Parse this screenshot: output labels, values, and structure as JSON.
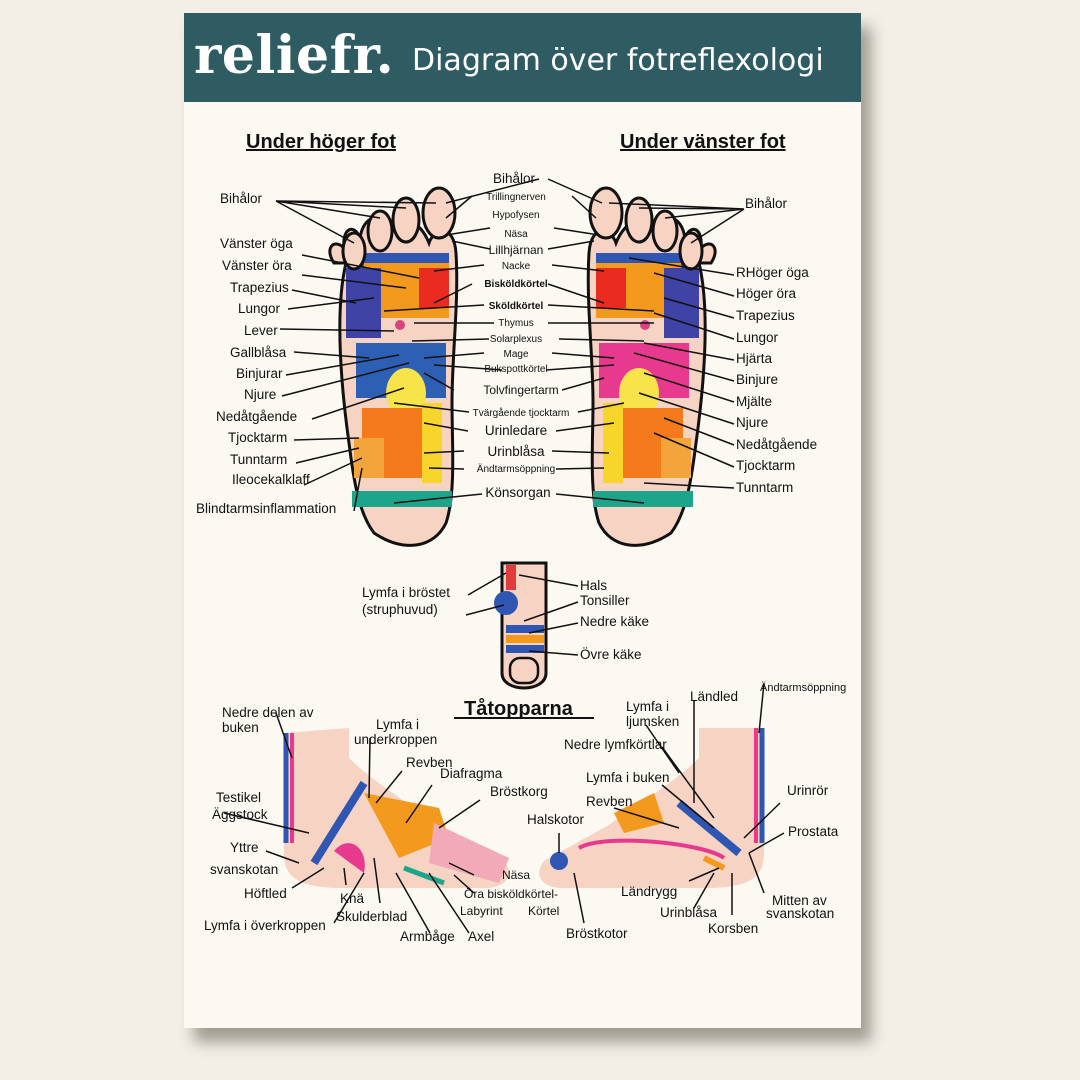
{
  "header": {
    "brand": "reliefr.",
    "title": "Diagram över fotreflexologi"
  },
  "sections": {
    "right_sole": "Under höger fot",
    "left_sole": "Under vänster fot",
    "toe_tips": "Tåtopparna"
  },
  "colors": {
    "header_bg": "#2f5b63",
    "poster_bg": "#fbf9f2",
    "page_bg": "#f3efe6"
  },
  "right_sole_labels": [
    "Bihålor",
    "Vänster öga",
    "Vänster öra",
    "Trapezius",
    "Lungor",
    "Lever",
    "Gallblåsa",
    "Binjurar",
    "Njure",
    "Nedåtgående",
    "Tjocktarm",
    "Tunntarm",
    "Ileocekalklaff",
    "Blindtarmsinflammation"
  ],
  "center_labels": [
    "Bihålor",
    "Trillingnerven",
    "Hypofysen",
    "Näsa",
    "Lillhjärnan",
    "Nacke",
    "Bisköldkörtel",
    "Sköldkörtel",
    "Thymus",
    "Solarplexus",
    "Mage",
    "Bukspottkörtel",
    "Tolvfingertarm",
    "Tvärgående tjocktarm",
    "Urinledare",
    "Urinblåsa",
    "Ändtarmsöppning",
    "Könsorgan"
  ],
  "left_sole_labels": [
    "Bihålor",
    "RHöger öga",
    "Höger öra",
    "Trapezius",
    "Lungor",
    "Hjärta",
    "Binjure",
    "Mjälte",
    "Njure",
    "Nedåtgående",
    "Tjocktarm",
    "Tunntarm"
  ],
  "toe_labels": [
    "Lymfa i bröstet",
    "(struphuvud)",
    "Hals",
    "Tonsiller",
    "Nedre käke",
    "Övre käke"
  ],
  "inner_foot_labels": [
    "Nedre delen av",
    "buken",
    "Lymfa i",
    "underkroppen",
    "Revben",
    "Diafragma",
    "Bröstkorg",
    "Testikel",
    "Äggstock",
    "Yttre",
    "svanskotan",
    "Höftled",
    "Knä",
    "Skulderblad",
    "Lymfa i överkroppen",
    "Armbåge",
    "Axel",
    "Näsa",
    "Öra bisköldkörtel-",
    "Labyrint"
  ],
  "outer_foot_labels": [
    "Lymfa i",
    "ljumsken",
    "Ländled",
    "Ändtarmsöppning",
    "Nedre lymfkörtlar",
    "Lymfa i buken",
    "Revben",
    "Halskotor",
    "Körtel",
    "Bröstkotor",
    "Ländrygg",
    "Urinblåsa",
    "Korsben",
    "Mitten av",
    "svanskotan",
    "Urinrör",
    "Prostata"
  ]
}
